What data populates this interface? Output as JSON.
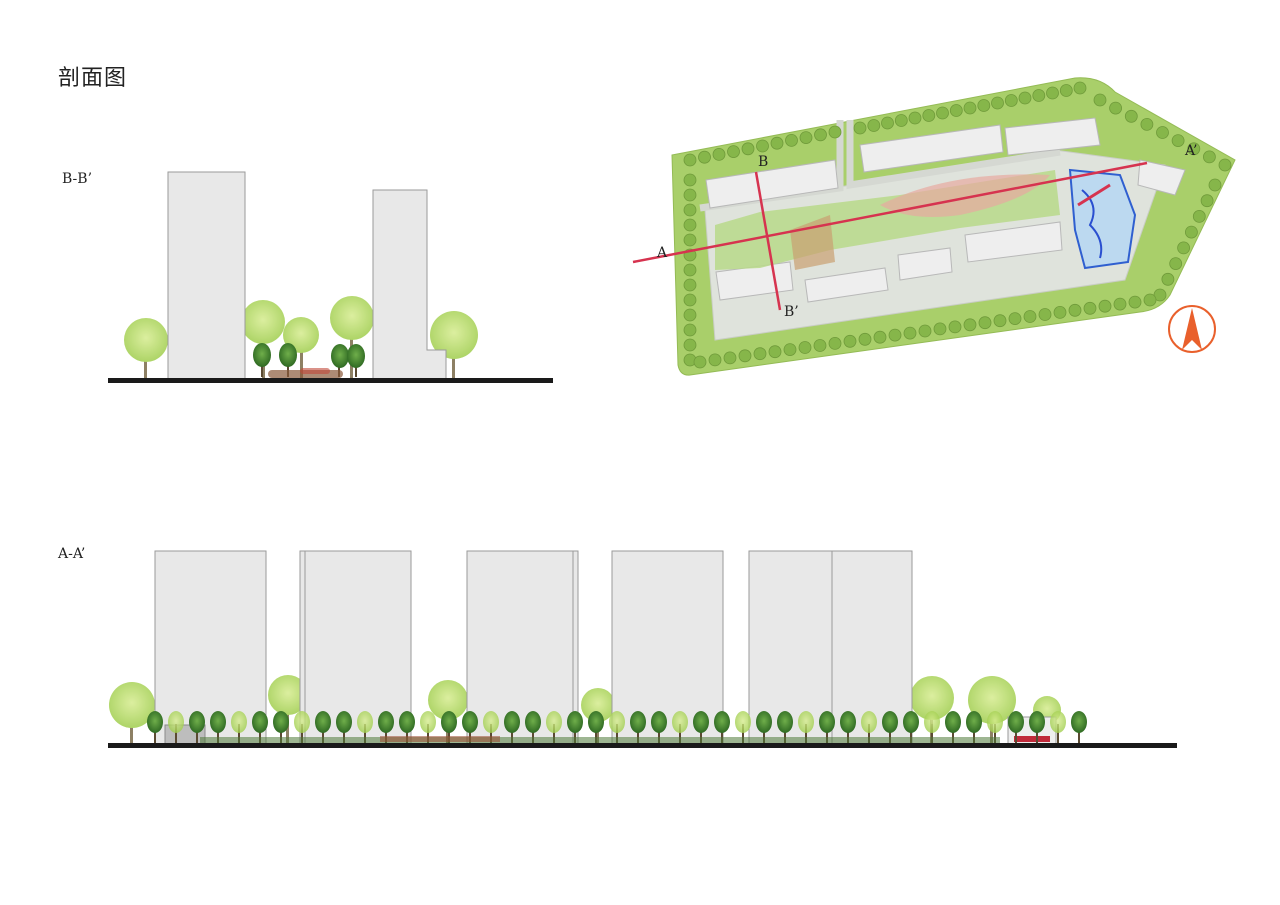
{
  "page": {
    "title": "剖面图"
  },
  "sections": {
    "bb": {
      "label": "B-B’"
    },
    "aa": {
      "label": "A-A’"
    }
  },
  "plan": {
    "labels": {
      "a": "A",
      "a_prime": "A’",
      "b": "B",
      "b_prime": "B’"
    },
    "north_arrow_icon": "north-arrow-icon"
  },
  "colors": {
    "building": "#e8e8e8",
    "building_edge": "#9a9a9a",
    "tree_light": "#b6dc62",
    "tree_dark": "#3f7d2e",
    "ground": "#1a1a1a",
    "site_green": "#a9cf6a",
    "section_line": "#d6334f",
    "north_arrow": "#e9602c"
  }
}
